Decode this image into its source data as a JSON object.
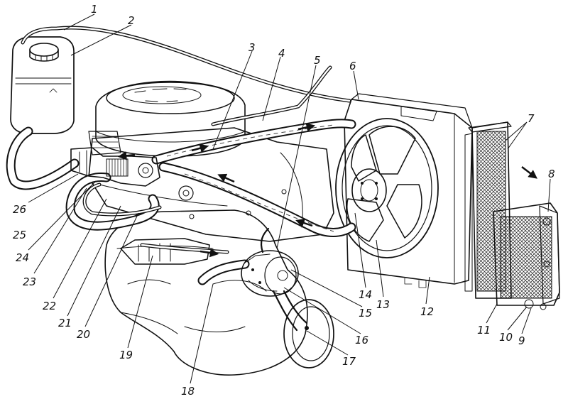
{
  "callouts": [
    {
      "id": "1",
      "label": "1"
    },
    {
      "id": "2",
      "label": "2"
    },
    {
      "id": "3",
      "label": "3"
    },
    {
      "id": "4",
      "label": "4"
    },
    {
      "id": "5",
      "label": "5"
    },
    {
      "id": "6",
      "label": "6"
    },
    {
      "id": "7",
      "label": "7"
    },
    {
      "id": "8",
      "label": "8"
    },
    {
      "id": "9",
      "label": "9"
    },
    {
      "id": "10",
      "label": "10"
    },
    {
      "id": "11",
      "label": "11"
    },
    {
      "id": "12",
      "label": "12"
    },
    {
      "id": "13",
      "label": "13"
    },
    {
      "id": "14",
      "label": "14"
    },
    {
      "id": "15",
      "label": "15"
    },
    {
      "id": "16",
      "label": "16"
    },
    {
      "id": "17",
      "label": "17"
    },
    {
      "id": "18",
      "label": "18"
    },
    {
      "id": "19",
      "label": "19"
    },
    {
      "id": "20",
      "label": "20"
    },
    {
      "id": "21",
      "label": "21"
    },
    {
      "id": "22",
      "label": "22"
    },
    {
      "id": "23",
      "label": "23"
    },
    {
      "id": "24",
      "label": "24"
    },
    {
      "id": "25",
      "label": "25"
    },
    {
      "id": "26",
      "label": "26"
    }
  ],
  "colors": {
    "ink": "#111111",
    "paper": "#ffffff"
  }
}
